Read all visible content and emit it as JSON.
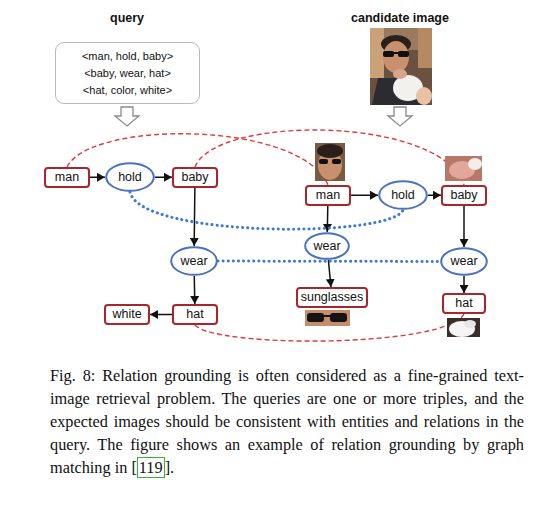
{
  "diagram": {
    "caption": "Fig. 8: Relation grounding is often considered as a fine-grained text-image retrieval problem. The queries are one or more triples, and the expected images should be consistent with entities and relations in the query. The figure shows an example of relation grounding by graph matching in [119].",
    "nodes": [
      {
        "text": [
          "<man, hold, baby>",
          "<baby, wear, hat>",
          "<hat, color, white>"
        ]
      },
      {
        "text": [
          "man"
        ]
      },
      {
        "text": [
          "hold"
        ]
      },
      {
        "text": [
          "baby"
        ]
      },
      {
        "text": [
          "man"
        ]
      },
      {
        "text": [
          "hold"
        ]
      },
      {
        "text": [
          "baby"
        ]
      },
      {
        "text": [
          "wear"
        ]
      },
      {
        "text": [
          "wear"
        ]
      },
      {
        "text": [
          "wear"
        ]
      },
      {
        "text": [
          "sunglasses"
        ]
      },
      {
        "text": [
          "white"
        ]
      },
      {
        "text": [
          "hat"
        ]
      },
      {
        "text": [
          "hat"
        ]
      }
    ],
    "edges": [
      {
        "from": 1,
        "to": 2,
        "arrow": "to"
      },
      {
        "from": 2,
        "to": 3,
        "arrow": "to"
      },
      {
        "from": 3,
        "to": 7,
        "arrow": "to"
      },
      {
        "from": 7,
        "to": 12,
        "arrow": "to"
      },
      {
        "from": 12,
        "to": 11,
        "arrow": "to"
      },
      {
        "from": 4,
        "to": 5,
        "arrow": "to"
      },
      {
        "from": 5,
        "to": 6,
        "arrow": "to"
      },
      {
        "from": 4,
        "to": 8,
        "arrow": "to"
      },
      {
        "from": 8,
        "to": 10,
        "arrow": "to"
      },
      {
        "from": 6,
        "to": 9,
        "arrow": "to"
      },
      {
        "from": 9,
        "to": 13,
        "arrow": "to"
      },
      {
        "from": 1,
        "to": 4,
        "arrow": "none"
      },
      {
        "from": 3,
        "to": 6,
        "arrow": "none"
      },
      {
        "from": 12,
        "to": 13,
        "arrow": "none"
      },
      {
        "from": 2,
        "to": 5,
        "arrow": "none"
      },
      {
        "from": 7,
        "to": 9,
        "arrow": "none"
      }
    ],
    "labels": [
      "query",
      "candidate image"
    ]
  }
}
